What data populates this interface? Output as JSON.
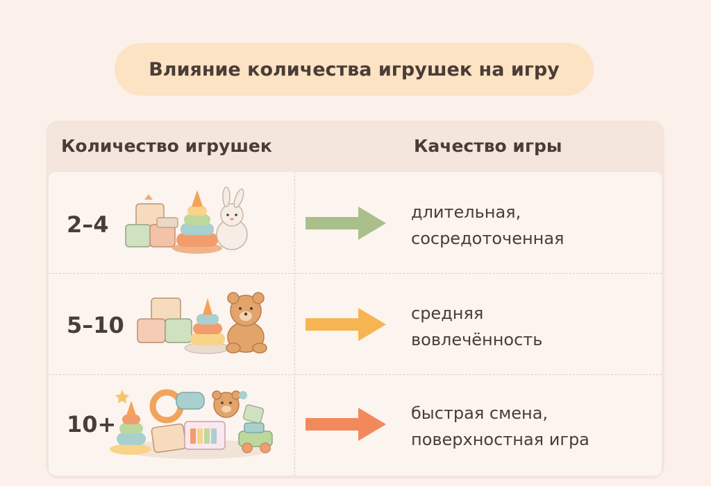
{
  "title": "Влияние количества игрушек на игру",
  "columns": {
    "left": "Количество игрушек",
    "right": "Качество игры"
  },
  "rows": [
    {
      "count": "2–4",
      "quality_lines": [
        "длительная,",
        "сосредоточенная"
      ],
      "arrow_color": "#aabf8c",
      "toys_icon": "few-toys-icon"
    },
    {
      "count": "5–10",
      "quality_lines": [
        "средняя",
        "вовлечённость"
      ],
      "arrow_color": "#f6b553",
      "toys_icon": "medium-toys-icon"
    },
    {
      "count": "10+",
      "quality_lines": [
        "быстрая смена,",
        "поверхностная игра"
      ],
      "arrow_color": "#f2895c",
      "toys_icon": "many-toys-icon"
    }
  ]
}
